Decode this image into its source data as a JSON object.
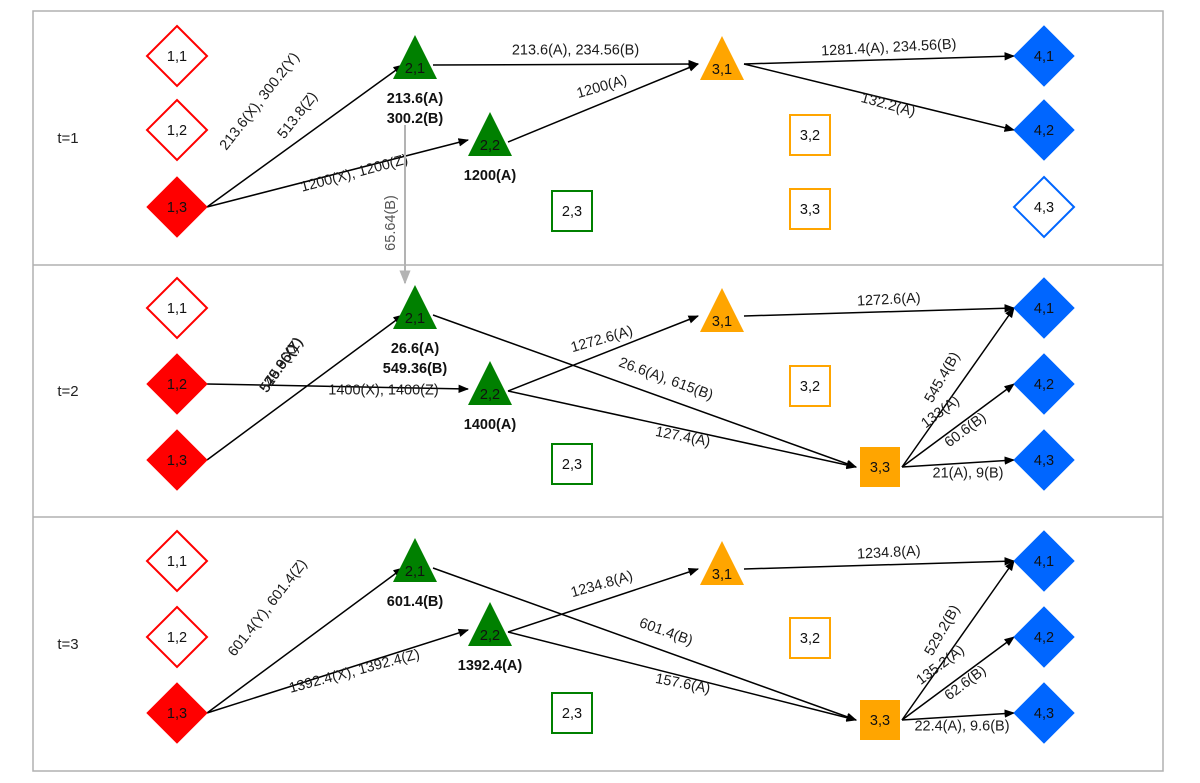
{
  "panels": [
    {
      "period": "t=1",
      "open_nodes": [
        "1,1",
        "1,2",
        "2,3",
        "3,2",
        "3,3",
        "4,3"
      ],
      "active_nodes": [
        "1,3",
        "2,1",
        "2,2",
        "3,1",
        "4,1",
        "4,2"
      ],
      "flows": [
        {
          "from": "1,3",
          "to": "2,1",
          "labels": [
            "213.6(X), 300.2(Y)",
            "513.8(Z)"
          ]
        },
        {
          "from": "1,3",
          "to": "2,2",
          "labels": [
            "1200(X), 1200(Z)"
          ]
        },
        {
          "from": "2,1",
          "to": "3,1",
          "labels": [
            "213.6(A), 234.56(B)"
          ]
        },
        {
          "from": "2,2",
          "to": "3,1",
          "labels": [
            "1200(A)"
          ]
        },
        {
          "from": "3,1",
          "to": "4,1",
          "labels": [
            "1281.4(A), 234.56(B)"
          ]
        },
        {
          "from": "3,1",
          "to": "4,2",
          "labels": [
            "132.2(A)"
          ]
        }
      ],
      "quantities": [
        {
          "node": "2,1",
          "lines": [
            "213.6(A)",
            "300.2(B)"
          ]
        },
        {
          "node": "2,2",
          "lines": [
            "1200(A)"
          ]
        }
      ]
    },
    {
      "period": "t=2",
      "open_nodes": [
        "1,1",
        "2,3",
        "3,2"
      ],
      "active_nodes": [
        "1,2",
        "1,3",
        "2,1",
        "2,2",
        "3,1",
        "3,3",
        "4,1",
        "4,2",
        "4,3"
      ],
      "flows": [
        {
          "from": "1,3",
          "to": "2,1",
          "labels": [
            "549.36(Y)",
            "26.6(X)",
            "575.96(Z)"
          ]
        },
        {
          "from": "1,2",
          "to": "2,2",
          "labels": [
            "1400(X), 1400(Z)"
          ]
        },
        {
          "from": "2,1",
          "to": "3,3",
          "labels": [
            "26.6(A), 615(B)"
          ]
        },
        {
          "from": "2,2",
          "to": "3,1",
          "labels": [
            "1272.6(A)"
          ]
        },
        {
          "from": "2,2",
          "to": "3,3",
          "labels": [
            "127.4(A)"
          ]
        },
        {
          "from": "3,1",
          "to": "4,1",
          "labels": [
            "1272.6(A)"
          ]
        },
        {
          "from": "3,3",
          "to": "4,1",
          "labels": [
            "545.4(B)"
          ]
        },
        {
          "from": "3,3",
          "to": "4,2",
          "labels": [
            "133(A)",
            "60.6(B)"
          ]
        },
        {
          "from": "3,3",
          "to": "4,3",
          "labels": [
            "21(A), 9(B)"
          ]
        }
      ],
      "quantities": [
        {
          "node": "2,1",
          "lines": [
            "26.6(A)",
            "549.36(B)"
          ]
        },
        {
          "node": "2,2",
          "lines": [
            "1400(A)"
          ]
        }
      ]
    },
    {
      "period": "t=3",
      "open_nodes": [
        "1,1",
        "1,2",
        "2,3",
        "3,2"
      ],
      "active_nodes": [
        "1,3",
        "2,1",
        "2,2",
        "3,1",
        "3,3",
        "4,1",
        "4,2",
        "4,3"
      ],
      "flows": [
        {
          "from": "1,3",
          "to": "2,1",
          "labels": [
            "601.4(Y), 601.4(Z)"
          ]
        },
        {
          "from": "1,3",
          "to": "2,2",
          "labels": [
            "1392.4(X), 1392.4(Z)"
          ]
        },
        {
          "from": "2,1",
          "to": "3,3",
          "labels": [
            "601.4(B)"
          ]
        },
        {
          "from": "2,2",
          "to": "3,1",
          "labels": [
            "1234.8(A)"
          ]
        },
        {
          "from": "2,2",
          "to": "3,3",
          "labels": [
            "157.6(A)"
          ]
        },
        {
          "from": "3,1",
          "to": "4,1",
          "labels": [
            "1234.8(A)"
          ]
        },
        {
          "from": "3,3",
          "to": "4,1",
          "labels": [
            "529.2(B)"
          ]
        },
        {
          "from": "3,3",
          "to": "4,2",
          "labels": [
            "135.2(A)",
            "62.6(B)"
          ]
        },
        {
          "from": "3,3",
          "to": "4,3",
          "labels": [
            "22.4(A), 9.6(B)"
          ]
        }
      ],
      "quantities": [
        {
          "node": "2,1",
          "lines": [
            "601.4(B)"
          ]
        },
        {
          "node": "2,2",
          "lines": [
            "1392.4(A)"
          ]
        }
      ]
    }
  ],
  "inventory_transfers": [
    {
      "from_period": "t=1",
      "to_period": "t=2",
      "node": "2,1",
      "label": "65.64(B)"
    }
  ],
  "colors": {
    "stage1": "#ff0000",
    "stage2": "#008000",
    "stage3": "#ffa500",
    "stage4": "#0066ff",
    "flow_arrow": "#000000",
    "inventory_arrow": "#b3b3b3"
  }
}
